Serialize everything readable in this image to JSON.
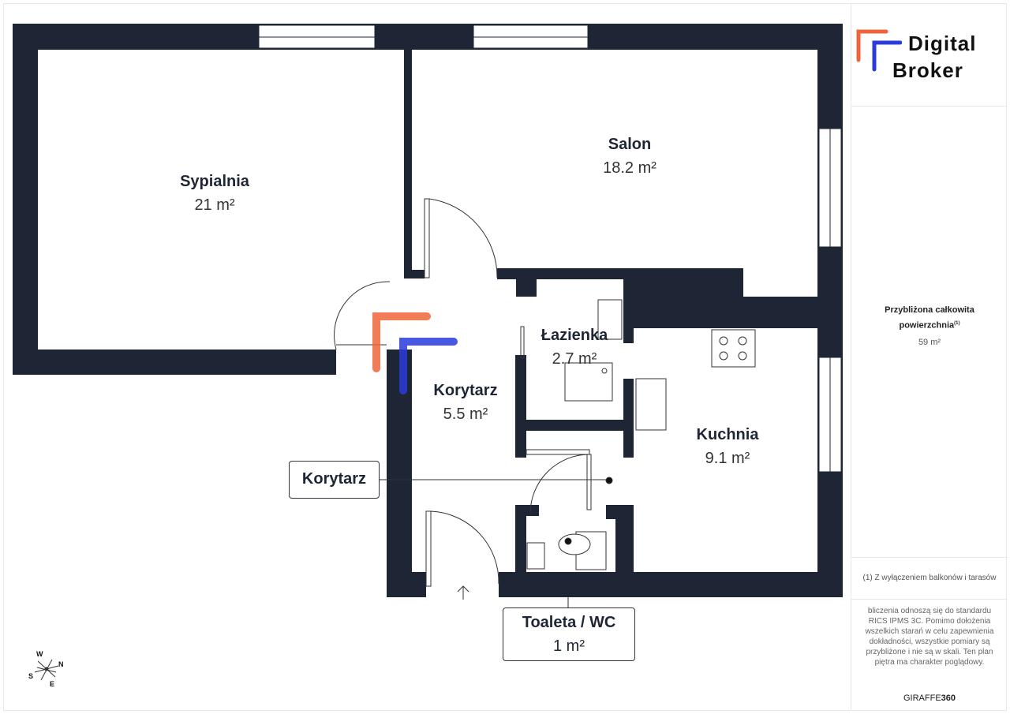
{
  "rooms": [
    {
      "name": "Sypialnia",
      "area": "21 m²"
    },
    {
      "name": "Salon",
      "area": "18.2 m²"
    },
    {
      "name": "Łazienka",
      "area": "2.7 m²"
    },
    {
      "name": "Korytarz",
      "area": "5.5 m²"
    },
    {
      "name": "Kuchnia",
      "area": "9.1 m²"
    }
  ],
  "callouts": {
    "corridor": "Korytarz",
    "wc_name": "Toaleta / WC",
    "wc_area": "1 m²"
  },
  "compass": {
    "w": "W",
    "n": "N",
    "s": "S",
    "e": "E"
  },
  "sidebar": {
    "logo_line1": "Digital",
    "logo_line2": "Broker",
    "total_label": "Przybliżona całkowita powierzchnia",
    "total_sup": "(1)",
    "total_value": "59 m²",
    "footnote": "(1) Z wyłączeniem balkonów i tarasów",
    "disclaimer": "bliczenia odnoszą się do standardu RICS IPMS 3C. Pomimo dołożenia wszelkich starań w celu zapewnienia dokładności, wszystkie pomiary są przybliżone i nie są w skali. Ten plan piętra ma charakter poglądowy.",
    "brand_a": "GIRAFFE",
    "brand_b": "360"
  },
  "colors": {
    "wall": "#1e2535",
    "orange": "#f0643c",
    "blue": "#2b3bdc"
  }
}
